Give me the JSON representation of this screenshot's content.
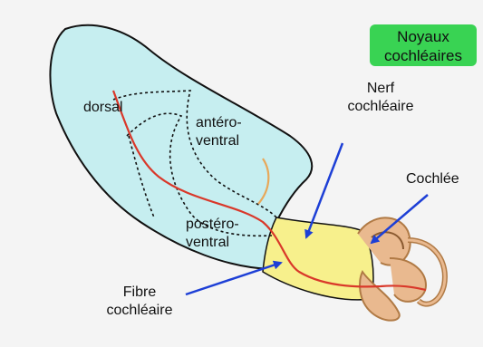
{
  "title": {
    "line1": "Noyaux",
    "line2": "cochléaires"
  },
  "regions": {
    "dorsal": "dorsal",
    "antero": {
      "line1": "antéro-",
      "line2": "ventral"
    },
    "postero": {
      "line1": "postéro-",
      "line2": "ventral"
    }
  },
  "labels": {
    "nerf": {
      "line1": "Nerf",
      "line2": "cochléaire"
    },
    "cochlee": "Cochlée",
    "fibre": {
      "line1": "Fibre",
      "line2": "cochléaire"
    }
  },
  "colors": {
    "nucleus": "#c6eef0",
    "nerve": "#f7f08c",
    "cochlea": "#e9b98f",
    "fiber": "#d9382a",
    "arrow": "#1d3fd6",
    "highlight": "#39d353"
  }
}
